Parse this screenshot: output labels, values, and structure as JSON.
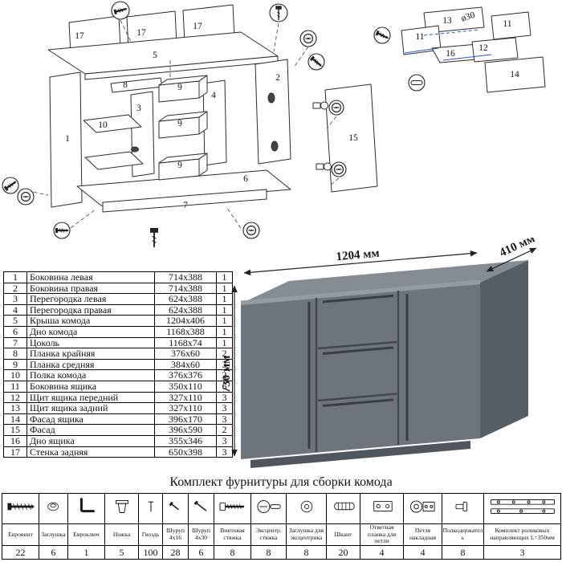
{
  "diagram": {
    "main_labels": [
      "17",
      "17",
      "17",
      "5",
      "8",
      "3",
      "9",
      "9",
      "9",
      "4",
      "10",
      "1",
      "2",
      "15",
      "6",
      "7"
    ],
    "drawer_labels": [
      "13",
      "11",
      "11",
      "16",
      "12",
      "14"
    ],
    "drawer_note": "ø30"
  },
  "dimensions": {
    "width": "1204 мм",
    "depth": "410 мм",
    "height": "730 мм"
  },
  "parts_table": {
    "rows": [
      {
        "num": "1",
        "name": "Боковина левая",
        "size": "714x388",
        "qty": "1"
      },
      {
        "num": "2",
        "name": "Боковина правая",
        "size": "714x388",
        "qty": "1"
      },
      {
        "num": "3",
        "name": "Перегородка левая",
        "size": "624x388",
        "qty": "1"
      },
      {
        "num": "4",
        "name": "Перегородка правая",
        "size": "624x388",
        "qty": "1"
      },
      {
        "num": "5",
        "name": "Крыша комода",
        "size": "1204x406",
        "qty": "1"
      },
      {
        "num": "6",
        "name": "Дно комода",
        "size": "1168x388",
        "qty": "1"
      },
      {
        "num": "7",
        "name": "Цоколь",
        "size": "1168x74",
        "qty": "1"
      },
      {
        "num": "8",
        "name": "Планка крайняя",
        "size": "376x60",
        "qty": "2"
      },
      {
        "num": "9",
        "name": "Планка средняя",
        "size": "384x60",
        "qty": "3"
      },
      {
        "num": "10",
        "name": "Полка комода",
        "size": "376x376",
        "qty": "2"
      },
      {
        "num": "11",
        "name": "Боковина ящика",
        "size": "350x110",
        "qty": "6"
      },
      {
        "num": "12",
        "name": "Щит ящика передний",
        "size": "327x110",
        "qty": "3"
      },
      {
        "num": "13",
        "name": "Щит ящика задний",
        "size": "327x110",
        "qty": "3"
      },
      {
        "num": "14",
        "name": "Фасад ящика",
        "size": "396x170",
        "qty": "3"
      },
      {
        "num": "15",
        "name": "Фасад",
        "size": "396x590",
        "qty": "2"
      },
      {
        "num": "16",
        "name": "Дно ящика",
        "size": "355x346",
        "qty": "3"
      },
      {
        "num": "17",
        "name": "Стенка задняя",
        "size": "650x398",
        "qty": "3"
      }
    ]
  },
  "hardware": {
    "title": "Комплект фурнитуры для сборки комода",
    "items": [
      {
        "name": "Евровинт",
        "qty": "22",
        "icon": "confirmat-screw-icon"
      },
      {
        "name": "Заглушка",
        "qty": "6",
        "icon": "plug-icon"
      },
      {
        "name": "Евроключ",
        "qty": "1",
        "icon": "hex-key-icon"
      },
      {
        "name": "Ножка",
        "qty": "5",
        "icon": "foot-icon"
      },
      {
        "name": "Гвоздь",
        "qty": "100",
        "icon": "nail-icon"
      },
      {
        "name": "Шуруп 4x16",
        "qty": "28",
        "icon": "screw-small-icon"
      },
      {
        "name": "Шуруп 4x30",
        "qty": "6",
        "icon": "screw-long-icon"
      },
      {
        "name": "Винтовая стяжка",
        "qty": "8",
        "icon": "connecting-bolt-icon"
      },
      {
        "name": "Эксцентр. стяжка",
        "qty": "8",
        "icon": "cam-lock-icon"
      },
      {
        "name": "Заглушка для эксцентрика",
        "qty": "8",
        "icon": "cam-cover-icon"
      },
      {
        "name": "Шкант",
        "qty": "20",
        "icon": "dowel-icon"
      },
      {
        "name": "Ответная планка для петли",
        "qty": "4",
        "icon": "hinge-plate-icon"
      },
      {
        "name": "Петля накладная",
        "qty": "4",
        "icon": "hinge-icon"
      },
      {
        "name": "Полкодержатель",
        "qty": "8",
        "icon": "shelf-pin-icon"
      },
      {
        "name": "Комплект роликовых направляющих L=350мм",
        "qty": "3",
        "icon": "roller-guides-icon"
      }
    ]
  }
}
